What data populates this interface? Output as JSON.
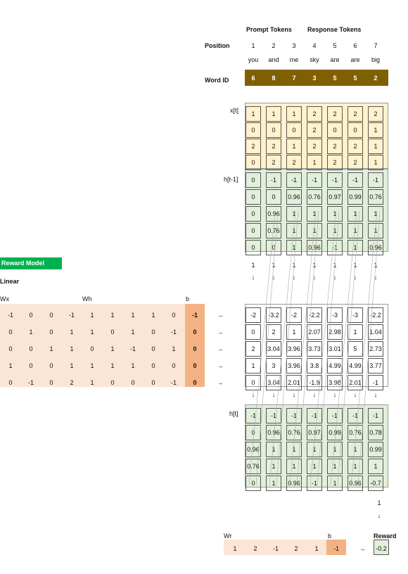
{
  "headers": {
    "prompt": "Prompt Tokens",
    "response": "Response Tokens",
    "position": "Position",
    "word_id": "Word ID"
  },
  "positions": [
    "1",
    "2",
    "3",
    "4",
    "5",
    "6",
    "7"
  ],
  "words": [
    "you",
    "and",
    "me",
    "sky",
    "are",
    "are",
    "big"
  ],
  "word_ids": [
    "6",
    "8",
    "7",
    "3",
    "5",
    "5",
    "2"
  ],
  "labels": {
    "xt": "x[t]",
    "htm1": "h[t-1]",
    "ht": "h[t]",
    "reward_model": "Reward Model",
    "linear": "Linear",
    "wx": "Wx",
    "wh": "Wh",
    "b": "b",
    "wr": "Wr",
    "b2": "b",
    "reward": "Reward"
  },
  "xt": [
    [
      "1",
      "1",
      "1",
      "2",
      "2",
      "2",
      "2"
    ],
    [
      "0",
      "0",
      "0",
      "2",
      "0",
      "0",
      "1"
    ],
    [
      "2",
      "2",
      "1",
      "2",
      "2",
      "2",
      "1"
    ],
    [
      "0",
      "2",
      "2",
      "1",
      "2",
      "2",
      "1"
    ]
  ],
  "htm1": [
    [
      "0",
      "-1",
      "-1",
      "-1",
      "-1",
      "-1",
      "-1"
    ],
    [
      "0",
      "0",
      "0.96",
      "0.76",
      "0.97",
      "0.99",
      "0.76"
    ],
    [
      "0",
      "0.96",
      "1",
      "1",
      "1",
      "1",
      "1"
    ],
    [
      "0",
      "0.76",
      "1",
      "1",
      "1",
      "1",
      "1"
    ],
    [
      "0",
      "0",
      "1",
      "0.96",
      "-1",
      "1",
      "0.96"
    ]
  ],
  "htm1_indicator": [
    "1",
    "1",
    "1",
    "1",
    "1",
    "1",
    "1"
  ],
  "down_arrow": "↓",
  "right_arrow": "→",
  "wx": [
    [
      "-1",
      "0",
      "0",
      "-1"
    ],
    [
      "0",
      "1",
      "0",
      "1"
    ],
    [
      "0",
      "0",
      "1",
      "1"
    ],
    [
      "1",
      "0",
      "0",
      "1"
    ],
    [
      "0",
      "-1",
      "0",
      "2"
    ]
  ],
  "wh": [
    [
      "1",
      "1",
      "1",
      "1",
      "0"
    ],
    [
      "1",
      "0",
      "1",
      "0",
      "-1"
    ],
    [
      "0",
      "1",
      "-1",
      "0",
      "1"
    ],
    [
      "1",
      "1",
      "1",
      "0",
      "0"
    ],
    [
      "1",
      "0",
      "0",
      "0",
      "-1"
    ]
  ],
  "bvec": [
    "-1",
    "0",
    "0",
    "0",
    "0"
  ],
  "pre": [
    [
      "-2",
      "-3.2",
      "-2",
      "-2.2",
      "-3",
      "-3",
      "-2.2"
    ],
    [
      "0",
      "2",
      "1",
      "2.07",
      "2.98",
      "1",
      "1.04"
    ],
    [
      "2",
      "3.04",
      "3.96",
      "3.73",
      "3.01",
      "5",
      "2.73"
    ],
    [
      "1",
      "3",
      "3.96",
      "3.8",
      "4.99",
      "4.99",
      "3.77"
    ],
    [
      "0",
      "3.04",
      "2.01",
      "-1.9",
      "3.98",
      "2.01",
      "-1"
    ]
  ],
  "ht": [
    [
      "-1",
      "-1",
      "-1",
      "-1",
      "-1",
      "-1",
      "-1"
    ],
    [
      "0",
      "0.96",
      "0.76",
      "0.97",
      "0.99",
      "0.76",
      "0.78"
    ],
    [
      "0.96",
      "1",
      "1",
      "1",
      "1",
      "1",
      "0.99"
    ],
    [
      "0.76",
      "1",
      "1",
      "1",
      "1",
      "1",
      "1"
    ],
    [
      "0",
      "1",
      "0.96",
      "-1",
      "1",
      "0.96",
      "-0.7"
    ]
  ],
  "final_one": "1",
  "wr": [
    "1",
    "2",
    "-1",
    "2",
    "1"
  ],
  "br": "-1",
  "reward_value": "-0.2",
  "colors": {
    "header_brown": "#7f6000",
    "x_fill": "#fff2cc",
    "h_fill": "#e2efda",
    "w_fill": "#fbe5d6",
    "b_fill": "#f4b183",
    "green_tag": "#00b050"
  }
}
